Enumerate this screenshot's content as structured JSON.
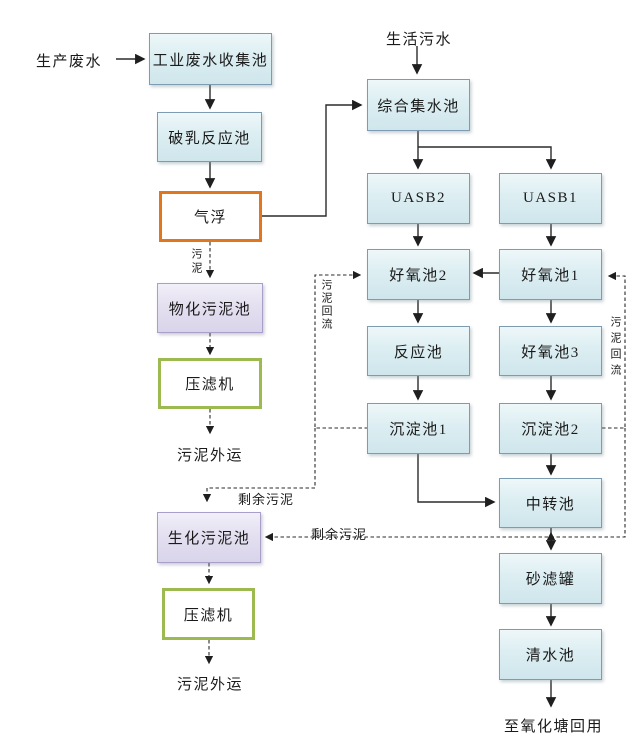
{
  "diagram": {
    "type": "process-flow",
    "language": "zh-CN",
    "colors": {
      "background": "#ffffff",
      "tank_blue_fill_top": "#eef7f9",
      "tank_blue_fill_bottom": "#cfe6ec",
      "tank_blue_border": "#7d9cb1",
      "sludge_purple_fill": "#e4e0f0",
      "sludge_purple_border": "#a89fcb",
      "flotation_orange_border": "#e0771e",
      "filter_press_green_border": "#9cba4f",
      "line_color": "#2b2b2b",
      "text_color": "#1a1a1a"
    }
  },
  "nodes": {
    "industrial_collection": {
      "label": "工业废水收集池"
    },
    "demulsification": {
      "label": "破乳反应池"
    },
    "air_flotation": {
      "label": "气浮"
    },
    "physicochemical_sludge": {
      "label": "物化污泥池"
    },
    "filter_press_1": {
      "label": "压滤机"
    },
    "biochemical_sludge": {
      "label": "生化污泥池"
    },
    "filter_press_2": {
      "label": "压滤机"
    },
    "comprehensive_collection": {
      "label": "综合集水池"
    },
    "uasb2": {
      "label": "UASB2"
    },
    "uasb1": {
      "label": "UASB1"
    },
    "aerobic2": {
      "label": "好氧池2"
    },
    "aerobic1": {
      "label": "好氧池1"
    },
    "reaction": {
      "label": "反应池"
    },
    "aerobic3": {
      "label": "好氧池3"
    },
    "sedimentation1": {
      "label": "沉淀池1"
    },
    "sedimentation2": {
      "label": "沉淀池2"
    },
    "transfer": {
      "label": "中转池"
    },
    "sand_filter": {
      "label": "砂滤罐"
    },
    "clear_water": {
      "label": "清水池"
    }
  },
  "flow_labels": {
    "production_wastewater": "生产废水",
    "domestic_sewage": "生活污水",
    "sludge_vertical": "污泥",
    "sludge_outbound_1": "污泥外运",
    "sludge_outbound_2": "污泥外运",
    "sludge_return_left": "污泥回流",
    "sludge_return_right": "污泥回流",
    "excess_sludge_left": "剩余污泥",
    "excess_sludge_mid": "剩余污泥",
    "to_oxidation_pond": "至氧化塘回用"
  }
}
